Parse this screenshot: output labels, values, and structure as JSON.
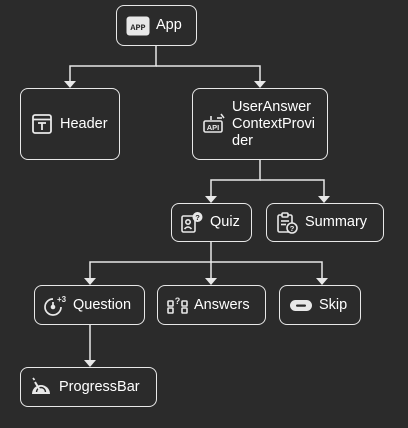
{
  "colors": {
    "background": "#2b2b2b",
    "stroke": "#e8e8e8",
    "text": "#ffffff"
  },
  "nodes": {
    "app": {
      "label": "App",
      "icon": "app-badge-icon"
    },
    "header": {
      "label": "Header",
      "icon": "browser-window-icon"
    },
    "provider": {
      "label_line1": "UserAnswer",
      "label_line2": "ContextProvi",
      "label_line3": "der",
      "icon": "api-plug-icon"
    },
    "quiz": {
      "label": "Quiz",
      "icon": "question-person-icon"
    },
    "summary": {
      "label": "Summary",
      "icon": "clipboard-question-icon"
    },
    "question": {
      "label": "Question",
      "icon": "question-counter-icon"
    },
    "answers": {
      "label": "Answers",
      "icon": "multiple-choice-icon"
    },
    "skip": {
      "label": "Skip",
      "icon": "skip-pill-icon"
    },
    "progressbar": {
      "label": "ProgressBar",
      "icon": "gauge-icon"
    }
  },
  "edges": [
    {
      "from": "App",
      "to": "Header"
    },
    {
      "from": "App",
      "to": "UserAnswerContextProvider"
    },
    {
      "from": "UserAnswerContextProvider",
      "to": "Quiz"
    },
    {
      "from": "UserAnswerContextProvider",
      "to": "Summary"
    },
    {
      "from": "Quiz",
      "to": "Question"
    },
    {
      "from": "Quiz",
      "to": "Answers"
    },
    {
      "from": "Quiz",
      "to": "Skip"
    },
    {
      "from": "Question",
      "to": "ProgressBar"
    }
  ]
}
